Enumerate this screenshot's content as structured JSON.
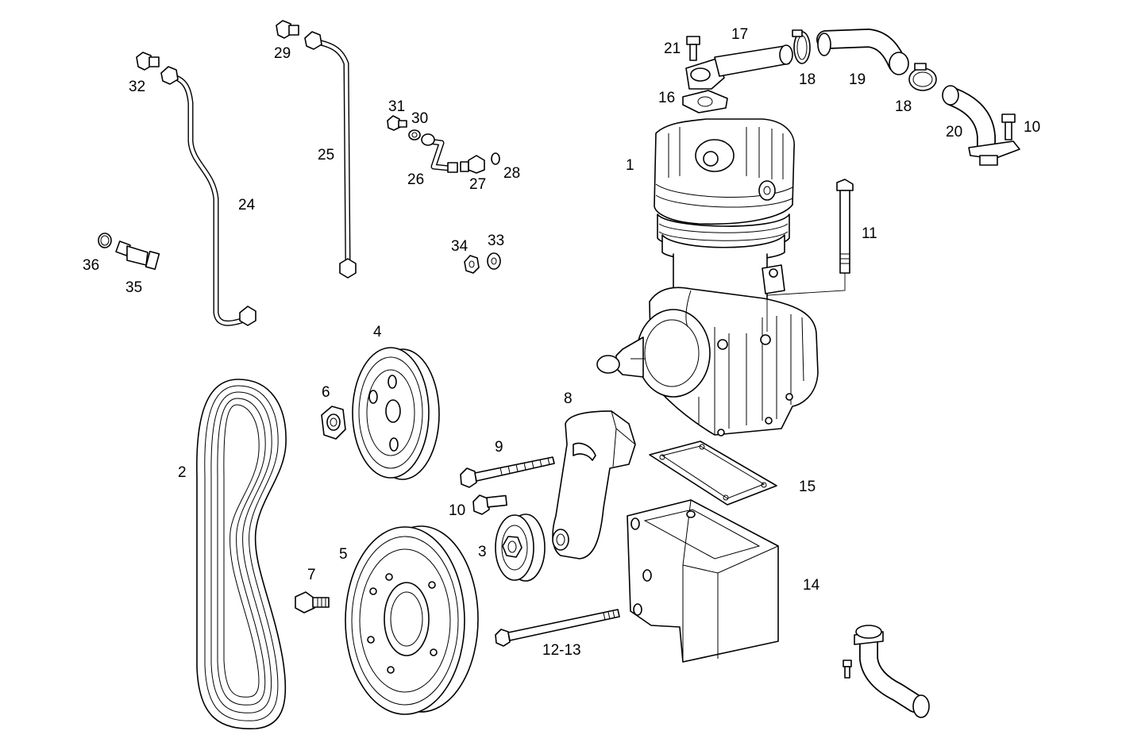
{
  "diagram": {
    "callouts": [
      {
        "id": "1",
        "label": "1"
      },
      {
        "id": "2",
        "label": "2"
      },
      {
        "id": "3",
        "label": "3"
      },
      {
        "id": "4",
        "label": "4"
      },
      {
        "id": "5",
        "label": "5"
      },
      {
        "id": "6",
        "label": "6"
      },
      {
        "id": "7",
        "label": "7"
      },
      {
        "id": "8",
        "label": "8"
      },
      {
        "id": "9",
        "label": "9"
      },
      {
        "id": "10a",
        "label": "10"
      },
      {
        "id": "10b",
        "label": "10"
      },
      {
        "id": "11",
        "label": "11"
      },
      {
        "id": "12-13",
        "label": "12-13"
      },
      {
        "id": "14",
        "label": "14"
      },
      {
        "id": "15",
        "label": "15"
      },
      {
        "id": "16",
        "label": "16"
      },
      {
        "id": "17",
        "label": "17"
      },
      {
        "id": "18a",
        "label": "18"
      },
      {
        "id": "18b",
        "label": "18"
      },
      {
        "id": "19",
        "label": "19"
      },
      {
        "id": "20",
        "label": "20"
      },
      {
        "id": "21",
        "label": "21"
      },
      {
        "id": "24",
        "label": "24"
      },
      {
        "id": "25",
        "label": "25"
      },
      {
        "id": "26",
        "label": "26"
      },
      {
        "id": "27",
        "label": "27"
      },
      {
        "id": "28",
        "label": "28"
      },
      {
        "id": "29",
        "label": "29"
      },
      {
        "id": "30",
        "label": "30"
      },
      {
        "id": "31",
        "label": "31"
      },
      {
        "id": "32",
        "label": "32"
      },
      {
        "id": "33",
        "label": "33"
      },
      {
        "id": "34",
        "label": "34"
      },
      {
        "id": "35",
        "label": "35"
      },
      {
        "id": "36",
        "label": "36"
      }
    ]
  }
}
